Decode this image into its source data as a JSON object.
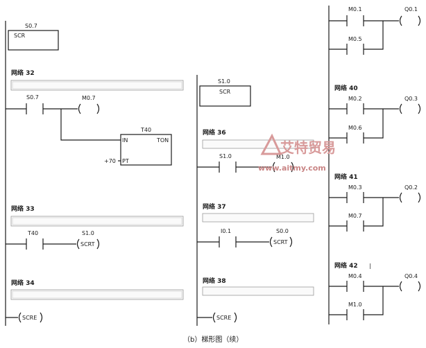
{
  "caption": "（b）梯形图（续）",
  "watermark": {
    "brand": "艾特贸易",
    "url": "www.aitmy.com"
  },
  "segments": {
    "top_scr": "S0.7",
    "top_scr_box": "SCR",
    "n32": "网络 32",
    "n32_contact": "S0.7",
    "n32_coil": "M0.7",
    "n32_timer": "T40",
    "n32_timer_in": "IN",
    "n32_timer_ton": "TON",
    "n32_timer_pt": "PT",
    "n32_timer_preset": "+70",
    "n33": "网络 33",
    "n33_contact": "T40",
    "n33_coil_addr": "S1.0",
    "n33_coil": "SCRT",
    "n34": "网络 34",
    "n34_coil": "SCRE",
    "mid_scr": "S1.0",
    "mid_scr_box": "SCR",
    "n36": "网络 36",
    "n36_contact": "S1.0",
    "n36_coil": "M1.0",
    "n37": "网络 37",
    "n37_contact": "I0.1",
    "n37_coil_addr": "S0.0",
    "n37_coil": "SCRT",
    "n38": "网络 38",
    "n38_coil": "SCRE",
    "r39_c1": "M0.1",
    "r39_c2": "M0.5",
    "r39_coil": "Q0.1",
    "n40": "网络 40",
    "n40_c1": "M0.2",
    "n40_c2": "M0.6",
    "n40_coil": "Q0.3",
    "n41": "网络 41",
    "n41_c1": "M0.3",
    "n41_c2": "M0.7",
    "n41_coil": "Q0.2",
    "n42": "网络 42",
    "n42_mark": "|",
    "n42_c1": "M0.4",
    "n42_c2": "M1.0",
    "n42_coil": "Q0.4"
  }
}
